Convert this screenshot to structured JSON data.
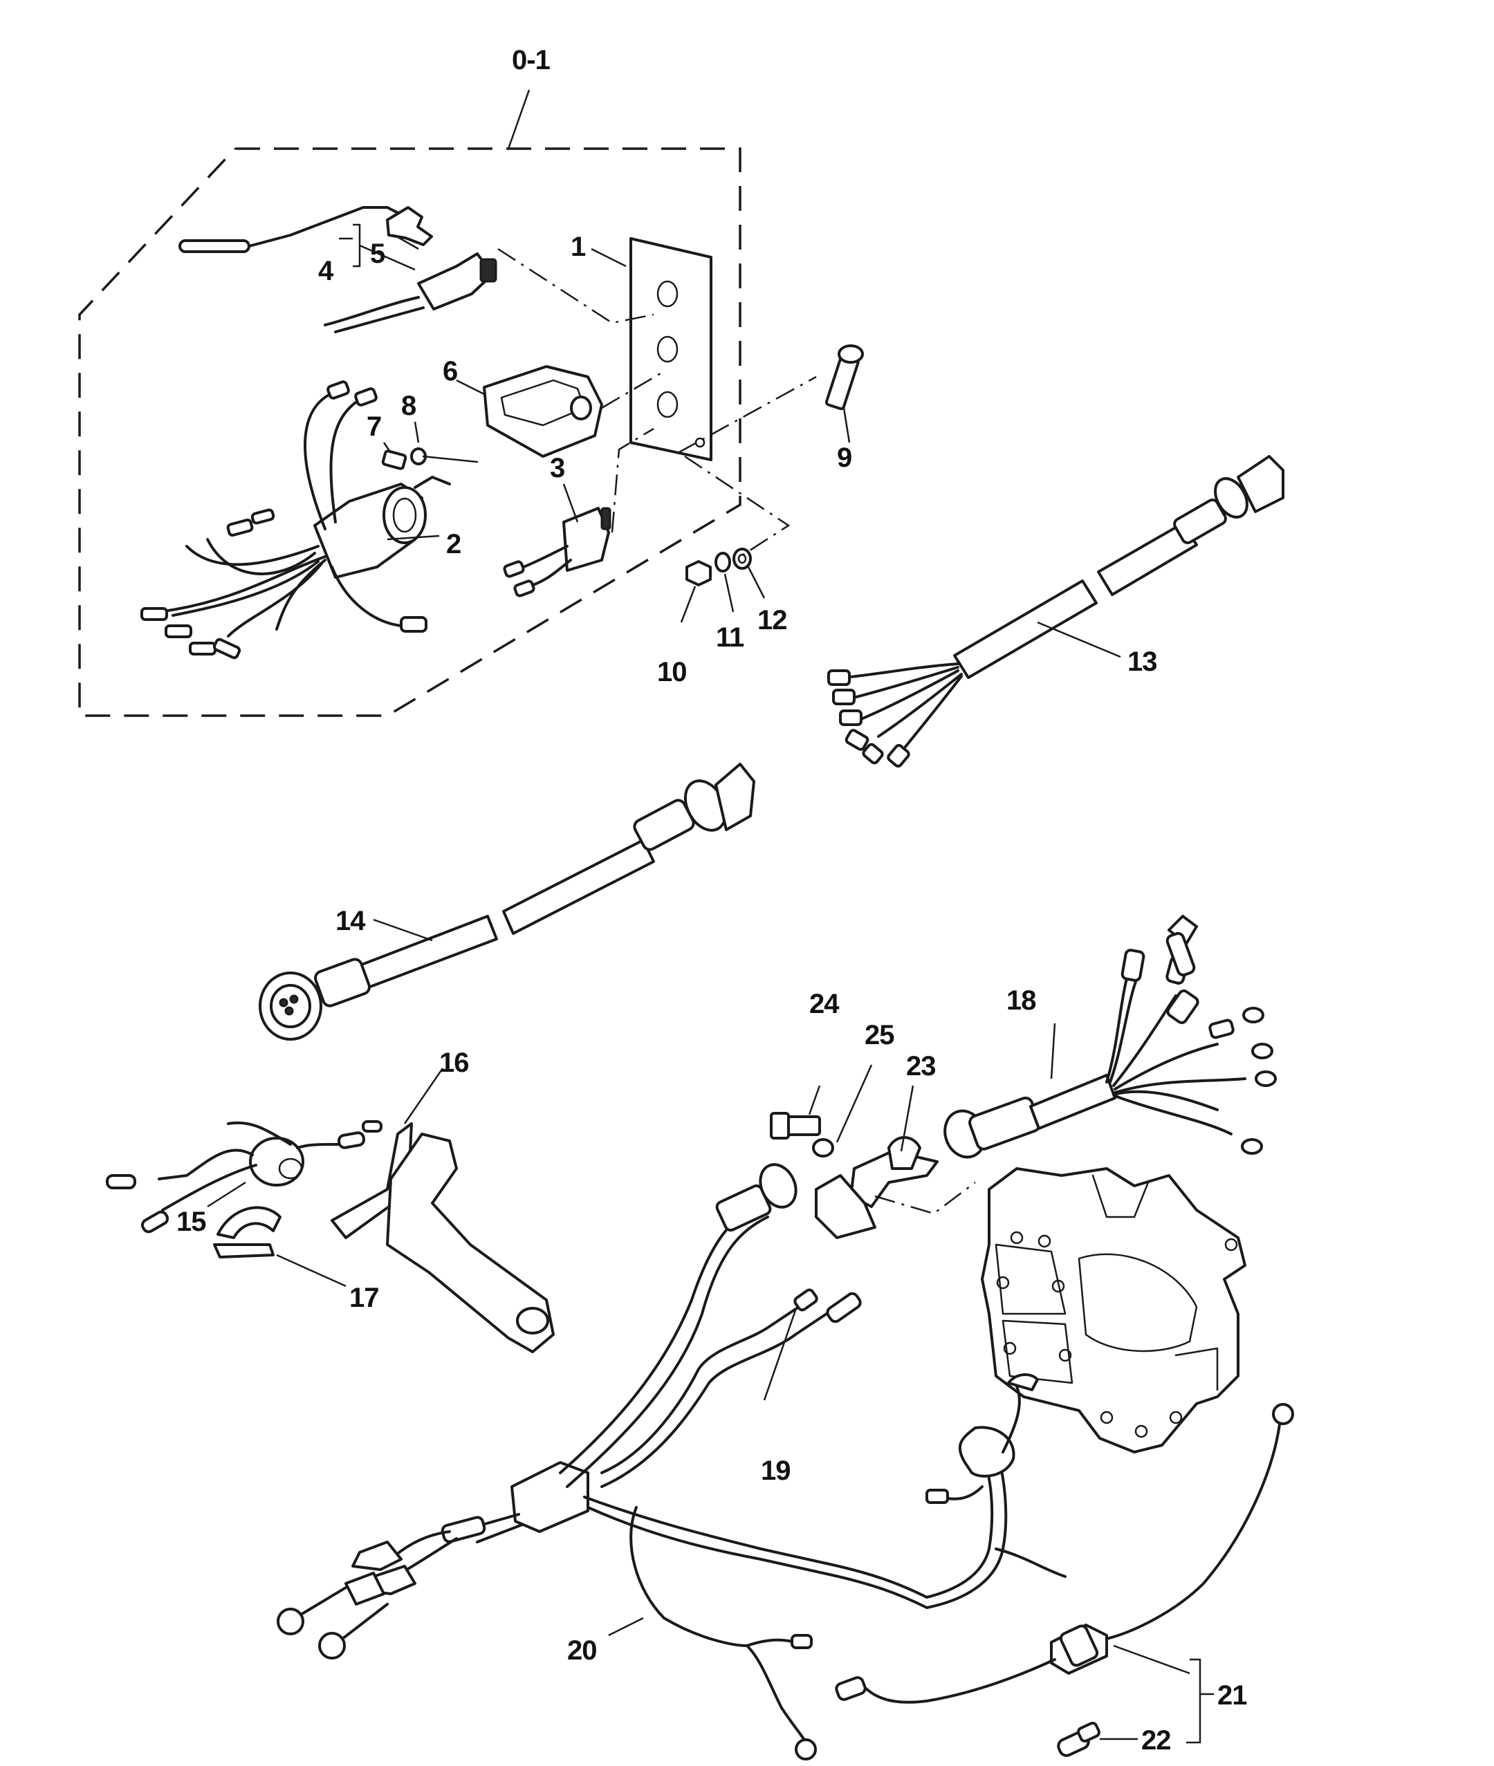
{
  "callouts": {
    "c0": "0-1",
    "c1": "1",
    "c2": "2",
    "c3": "3",
    "c4": "4",
    "c5": "5",
    "c6": "6",
    "c7": "7",
    "c8": "8",
    "c9": "9",
    "c10": "10",
    "c11": "11",
    "c12": "12",
    "c13": "13",
    "c14": "14",
    "c15": "15",
    "c16": "16",
    "c17": "17",
    "c18": "18",
    "c19": "19",
    "c20": "20",
    "c21": "21",
    "c22": "22",
    "c23": "23",
    "c24": "24",
    "c25": "25"
  }
}
